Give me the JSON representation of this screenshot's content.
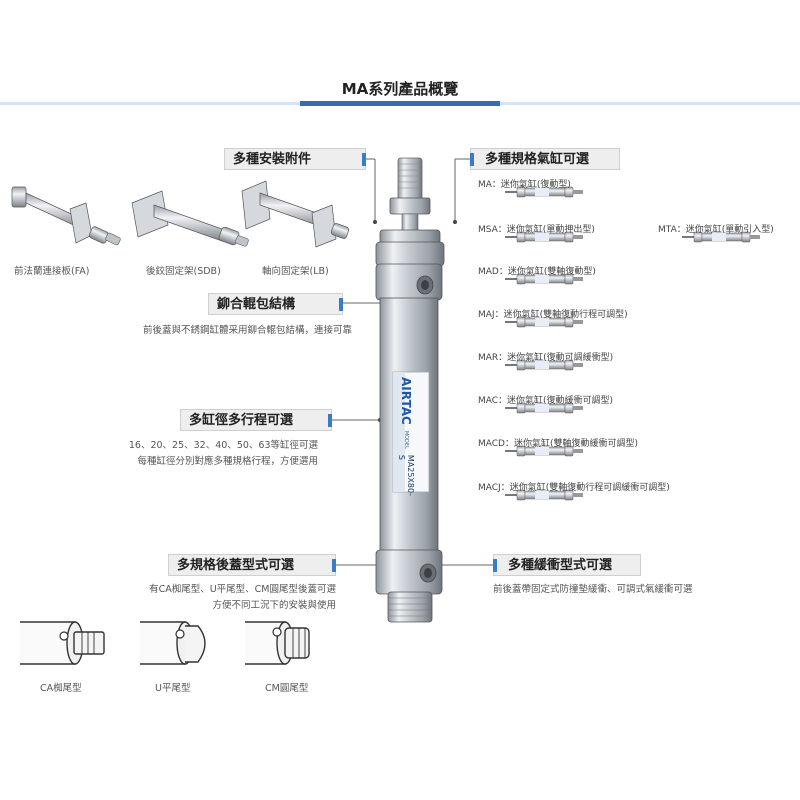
{
  "title": "MA系列產品概覽",
  "callouts": {
    "mounting": "多種安裝附件",
    "cylinder_specs": "多種規格氣缸可選",
    "crimp": "鉚合輥包結構",
    "bore_stroke": "多缸徑多行程可選",
    "rear_cover": "多規格後蓋型式可選",
    "cushion": "多種緩衝型式可選"
  },
  "descriptions": {
    "crimp": "前後蓋與不銹鋼缸體采用鉚合輥包結構，連接可靠",
    "bore_stroke_1": "16、20、25、32、40、50、63等缸徑可選",
    "bore_stroke_2": "每種缸徑分別對應多種規格行程，方便選用",
    "rear_cover_1": "有CA椥尾型、U平尾型、CM圓尾型後蓋可選",
    "rear_cover_2": "方便不同工況下的安裝與使用",
    "cushion": "前後蓋帶固定式防撞墊緩衝、可調式氣緩衝可選"
  },
  "mounting_labels": [
    "前法蘭連接板(FA)",
    "後鉸固定架(SDB)",
    "軸向固定架(LB)"
  ],
  "tail_labels": [
    "CA椥尾型",
    "U平尾型",
    "CM圓尾型"
  ],
  "cylinder_label": {
    "brand": "AIRTAC",
    "model": "MODEL",
    "code": "MA25X80-S"
  },
  "series_types": [
    "MA：迷你氣缸(復動型)",
    "MSA：迷你氣缸(單動押出型)",
    "MAD：迷你氣缸(雙軸復動型)",
    "MAJ：迷你氣缸(雙軸復動行程可調型)",
    "MAR：迷你氣缸(復動可調緩衝型)",
    "MAC：迷你氣缸(復動緩衝可調型)",
    "MACD：迷你氣缸(雙軸復動緩衝可調型)",
    "MACJ：迷你氣缸(雙軸復動行程可調緩衝可調型)"
  ],
  "mta_type": "MTA：迷你氣缸(單動引入型)",
  "colors": {
    "accent": "#2f6fb5",
    "marker": "#3a7bc8",
    "callout_bg": "#eeeeee",
    "steel": "#c8ccd2"
  }
}
